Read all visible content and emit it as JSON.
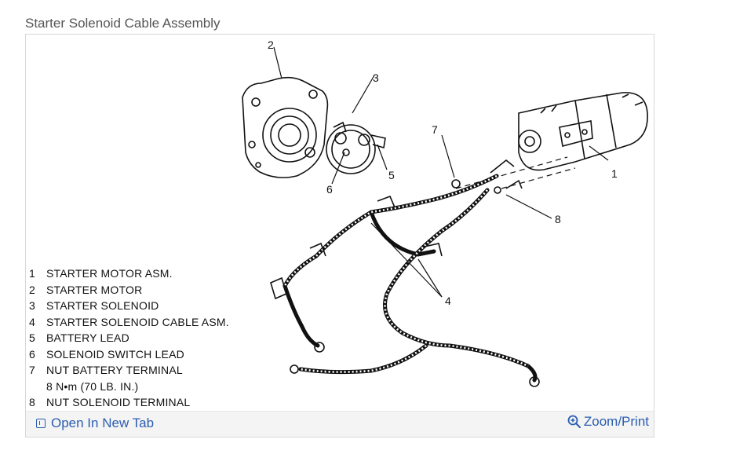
{
  "title": "Starter Solenoid Cable Assembly",
  "legend": [
    {
      "num": "1",
      "label": "STARTER MOTOR ASM."
    },
    {
      "num": "2",
      "label": "STARTER MOTOR"
    },
    {
      "num": "3",
      "label": "STARTER SOLENOID"
    },
    {
      "num": "4",
      "label": "STARTER SOLENOID CABLE ASM."
    },
    {
      "num": "5",
      "label": "BATTERY LEAD"
    },
    {
      "num": "6",
      "label": "SOLENOID SWITCH LEAD"
    },
    {
      "num": "7",
      "label": "NUT BATTERY TERMINAL"
    },
    {
      "num": "",
      "label": "8 N•m (70 LB. IN.)"
    },
    {
      "num": "8",
      "label": "NUT SOLENOID TERMINAL"
    }
  ],
  "callouts": {
    "c1": "1",
    "c2": "2",
    "c3": "3",
    "c4": "4",
    "c5": "5",
    "c6": "6",
    "c7": "7",
    "c8": "8"
  },
  "footer": {
    "open_tab": "Open In New Tab",
    "zoom": "Zoom/Print"
  },
  "colors": {
    "link": "#2a5db0",
    "footer_bg": "#f4f4f4"
  },
  "icons": {
    "open_tab": "open-in-new-tab-icon",
    "zoom": "magnifier-plus-icon"
  }
}
